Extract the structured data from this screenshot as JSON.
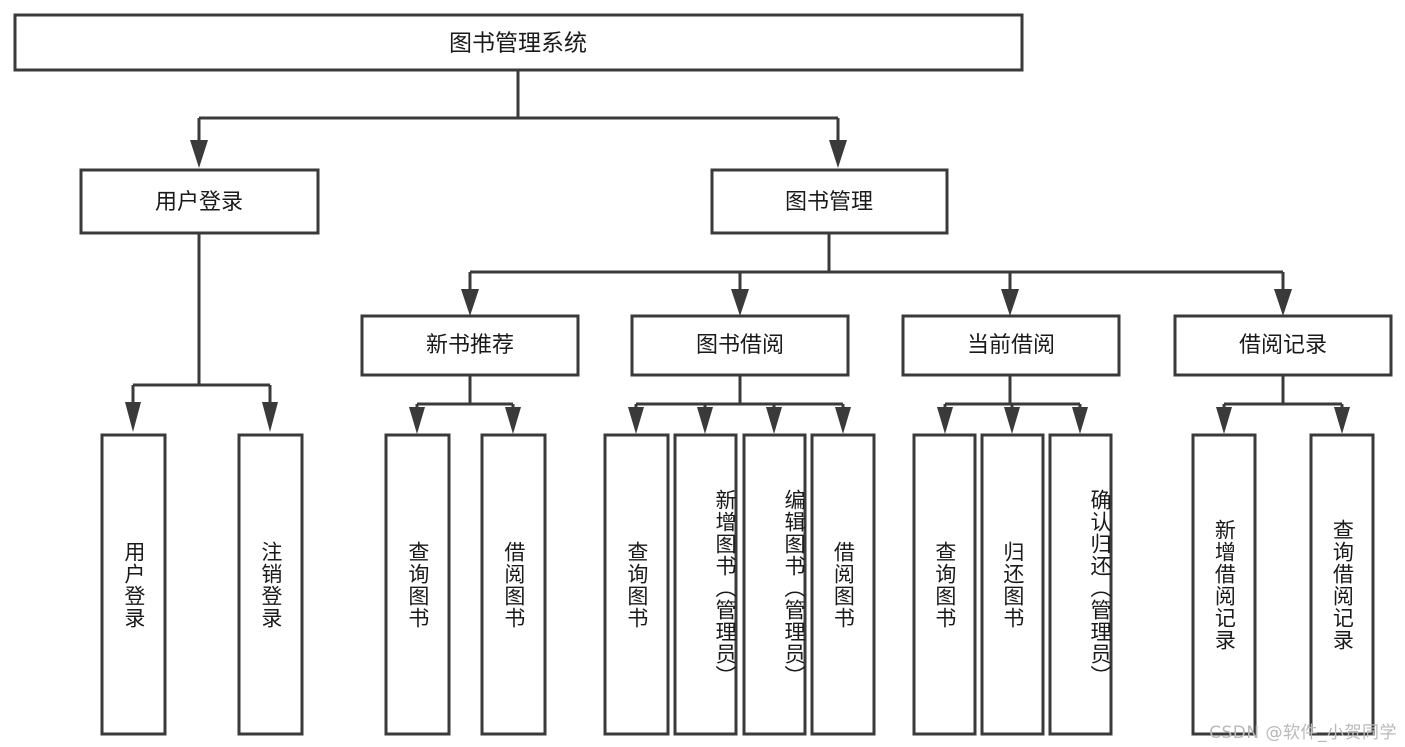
{
  "diagram": {
    "type": "tree-hierarchy",
    "title": "图书管理系统",
    "orientation": "top-down",
    "stroke_color": "#3a3a3a",
    "fill_color": "#ffffff",
    "text_color": "#1a1a1a",
    "root": {
      "id": "root",
      "label": "图书管理系统",
      "level": 0
    },
    "level1": [
      {
        "id": "user-login",
        "label": "用户登录",
        "level": 1
      },
      {
        "id": "book-manage",
        "label": "图书管理",
        "level": 1
      }
    ],
    "level2": [
      {
        "id": "new-book-rec",
        "label": "新书推荐",
        "level": 2,
        "parent": "book-manage"
      },
      {
        "id": "book-borrow",
        "label": "图书借阅",
        "level": 2,
        "parent": "book-manage"
      },
      {
        "id": "current-borrow",
        "label": "当前借阅",
        "level": 2,
        "parent": "book-manage"
      },
      {
        "id": "borrow-record",
        "label": "借阅记录",
        "level": 2,
        "parent": "book-manage"
      }
    ],
    "leaves": [
      {
        "id": "leaf-user-login",
        "label": "用户登录",
        "parent": "user-login"
      },
      {
        "id": "leaf-user-logout",
        "label": "注销登录",
        "parent": "user-login"
      },
      {
        "id": "leaf-query-book-1",
        "label": "查询图书",
        "parent": "new-book-rec"
      },
      {
        "id": "leaf-borrow-book-1",
        "label": "借阅图书",
        "parent": "new-book-rec"
      },
      {
        "id": "leaf-query-book-2",
        "label": "查询图书",
        "parent": "book-borrow"
      },
      {
        "id": "leaf-add-book",
        "label": "新增图书（管理员）",
        "parent": "book-borrow"
      },
      {
        "id": "leaf-edit-book",
        "label": "编辑图书（管理员）",
        "parent": "book-borrow"
      },
      {
        "id": "leaf-borrow-book-2",
        "label": "借阅图书",
        "parent": "book-borrow"
      },
      {
        "id": "leaf-query-book-3",
        "label": "查询图书",
        "parent": "current-borrow"
      },
      {
        "id": "leaf-return-book",
        "label": "归还图书",
        "parent": "current-borrow"
      },
      {
        "id": "leaf-confirm-return",
        "label": "确认归还（管理员）",
        "parent": "current-borrow"
      },
      {
        "id": "leaf-add-record",
        "label": "新增借阅记录",
        "parent": "borrow-record"
      },
      {
        "id": "leaf-query-record",
        "label": "查询借阅记录",
        "parent": "borrow-record"
      }
    ]
  },
  "watermark": {
    "text": "CSDN @软件_小贺同学"
  }
}
